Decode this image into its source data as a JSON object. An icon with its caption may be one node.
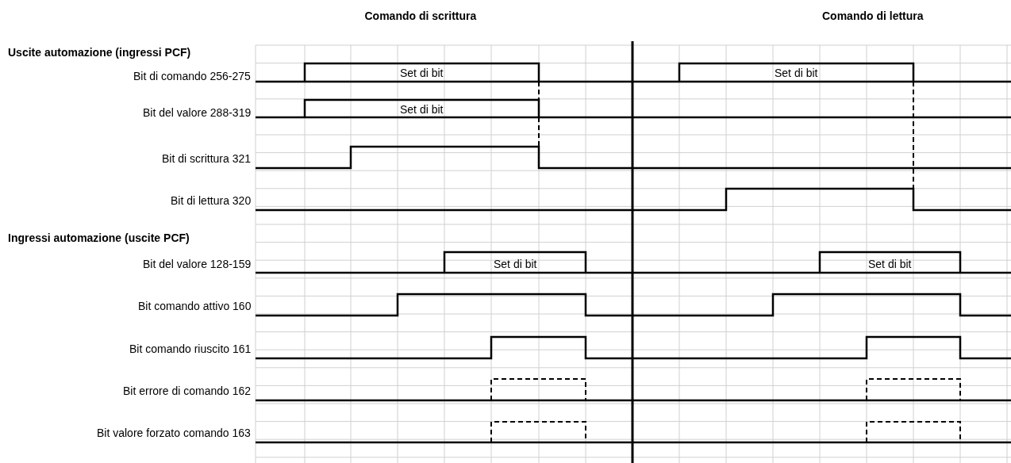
{
  "diagram": {
    "labels": [
      "Comando di scrittura",
      "Comando di lettura",
      "Uscite automazione (ingressi PCF)",
      "Bit di comando 256-275",
      "Set di bit",
      "Set di bit",
      "Bit del valore 288-319",
      "Set di bit",
      "Bit di scrittura 321",
      "Bit di lettura 320",
      "Ingressi automazione (uscite PCF)",
      "Bit del valore 128-159",
      "Set di bit",
      "Set di bit",
      "Bit comando attivo 160",
      "Bit comando riuscito 161",
      "Bit errore di comando 162",
      "Bit valore forzato comando 163"
    ]
  }
}
